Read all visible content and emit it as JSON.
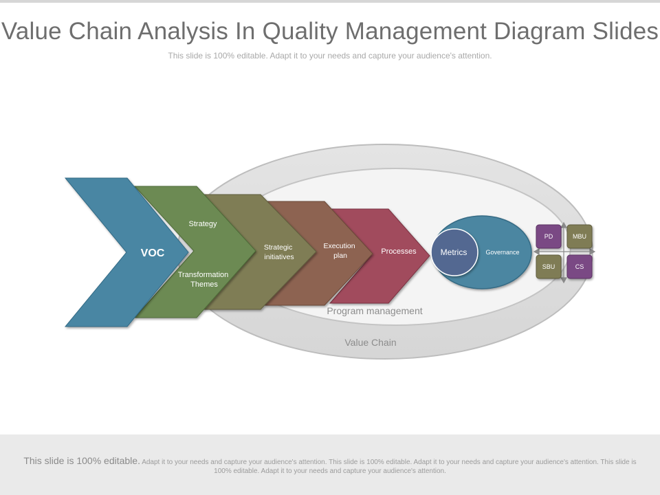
{
  "header": {
    "title": "Value Chain Analysis In Quality Management Diagram Slides",
    "subtitle": "This slide is 100% editable. Adapt it to your needs and capture your audience's attention."
  },
  "diagram": {
    "outer_ring_label": "Value Chain",
    "inner_ring_label": "Program management",
    "chevrons": [
      {
        "label": "VOC",
        "color": "#4a86a3"
      },
      {
        "label_top": "Strategy",
        "label_bottom": "Transformation Themes",
        "color": "#6c8a52"
      },
      {
        "label": "Strategic initiatives",
        "color": "#7f7d55"
      },
      {
        "label": "Execution plan",
        "color": "#8d6451"
      },
      {
        "label": "Processes",
        "color": "#a14b5d"
      }
    ],
    "governance": {
      "label": "Governance",
      "metrics_label": "Metrics",
      "color": "#4b86a1",
      "metrics_color": "#526891"
    },
    "quadrant": [
      {
        "label": "PD",
        "color": "#7a4a84"
      },
      {
        "label": "MBU",
        "color": "#7f7b55"
      },
      {
        "label": "SBU",
        "color": "#7f7b55"
      },
      {
        "label": "CS",
        "color": "#7a4a84"
      }
    ]
  },
  "footer": {
    "lead": "This slide is 100% editable.",
    "body": "Adapt it to your needs and capture your audience's attention. This slide is 100% editable. Adapt it to your needs and capture your audience's attention. This slide is 100% editable. Adapt it to your needs and capture your audience's attention."
  }
}
